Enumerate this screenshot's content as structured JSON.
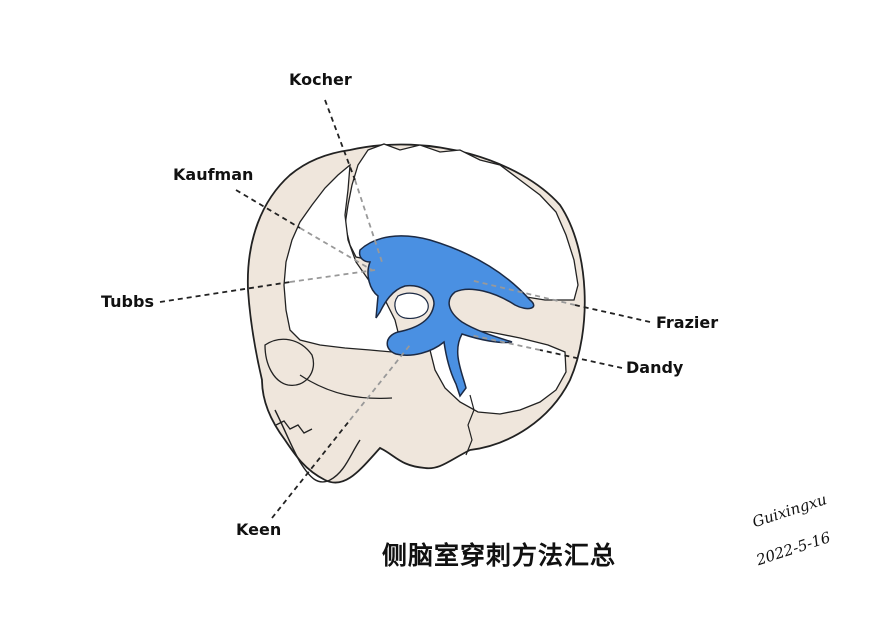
{
  "labels": {
    "kocher": "Kocher",
    "kaufman": "Kaufman",
    "tubbs": "Tubbs",
    "frazier": "Frazier",
    "dandy": "Dandy",
    "keen": "Keen"
  },
  "title": "侧脑室穿刺方法汇总",
  "signature": {
    "name": "Guixingxu",
    "date": "2022-5-16"
  },
  "colors": {
    "bone": "#efe6dc",
    "window": "#ffffff",
    "ventricle": "#4a90e2",
    "outline": "#222222"
  }
}
